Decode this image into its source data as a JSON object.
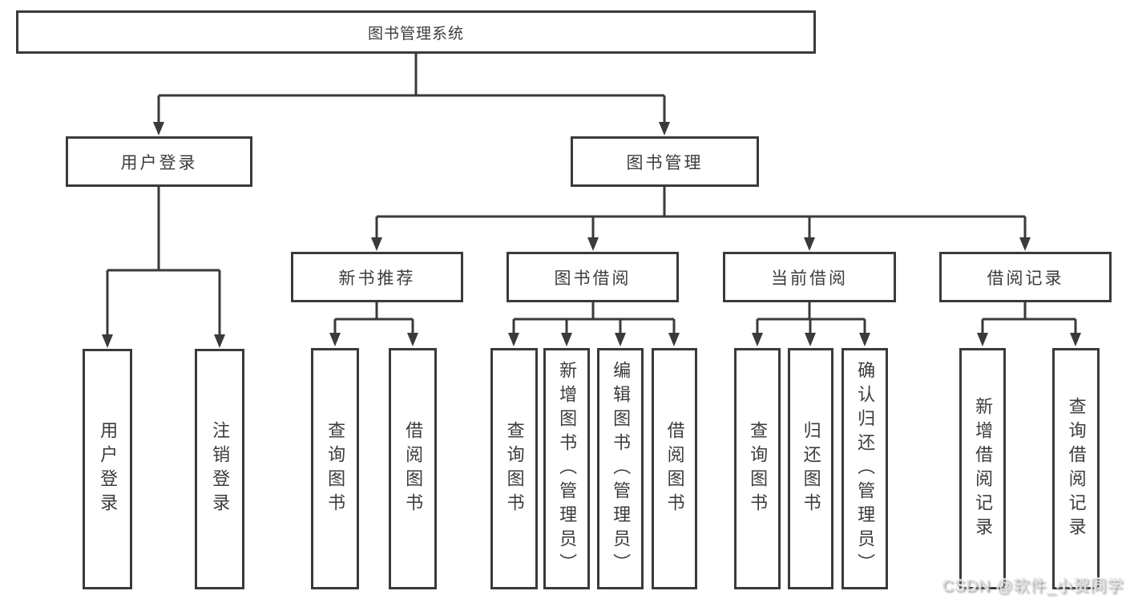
{
  "diagram_type": "hierarchy-chart",
  "colors": {
    "line": "#3a3a3a",
    "box_border": "#3a3a3a",
    "text": "#3c3c3c",
    "background": "#ffffff"
  },
  "nodes": {
    "root": "图书管理系统",
    "user_login": "用户登录",
    "book_management": "图书管理",
    "new_book_recommend": "新书推荐",
    "book_borrowing": "图书借阅",
    "current_borrowing": "当前借阅",
    "borrowing_records": "借阅记录",
    "user_login_leaf": "用户登录",
    "logout_leaf": "注销登录",
    "query_books_1": "查询图书",
    "borrow_books_1": "借阅图书",
    "query_books_2": "查询图书",
    "add_books_admin": "新增图书（管理员）",
    "edit_books_admin": "编辑图书（管理员）",
    "borrow_books_2": "借阅图书",
    "query_books_3": "查询图书",
    "return_books": "归还图书",
    "confirm_return_admin": "确认归还（管理员）",
    "add_borrow_record": "新增借阅记录",
    "query_borrow_record": "查询借阅记录"
  },
  "watermark": "CSDN @软件_小贺同学"
}
